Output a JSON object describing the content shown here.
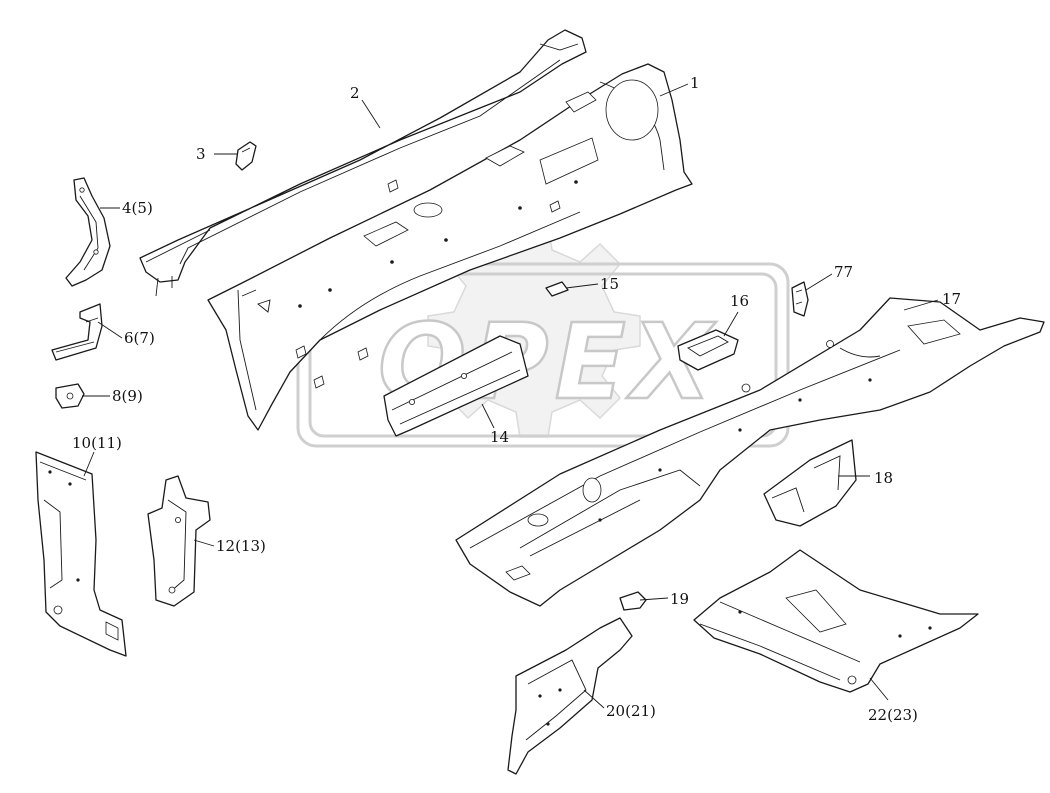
{
  "watermark": {
    "text": "OPEX"
  },
  "callouts": [
    {
      "id": "1",
      "text": "1"
    },
    {
      "id": "2",
      "text": "2"
    },
    {
      "id": "3",
      "text": "3"
    },
    {
      "id": "4",
      "text": "4(5)"
    },
    {
      "id": "6",
      "text": "6(7)"
    },
    {
      "id": "8",
      "text": "8(9)"
    },
    {
      "id": "10",
      "text": "10(11)"
    },
    {
      "id": "12",
      "text": "12(13)"
    },
    {
      "id": "14",
      "text": "14"
    },
    {
      "id": "15",
      "text": "15"
    },
    {
      "id": "16",
      "text": "16"
    },
    {
      "id": "17",
      "text": "17"
    },
    {
      "id": "18",
      "text": "18"
    },
    {
      "id": "19",
      "text": "19"
    },
    {
      "id": "20",
      "text": "20(21)"
    },
    {
      "id": "22",
      "text": "22(23)"
    },
    {
      "id": "77",
      "text": "77"
    }
  ]
}
